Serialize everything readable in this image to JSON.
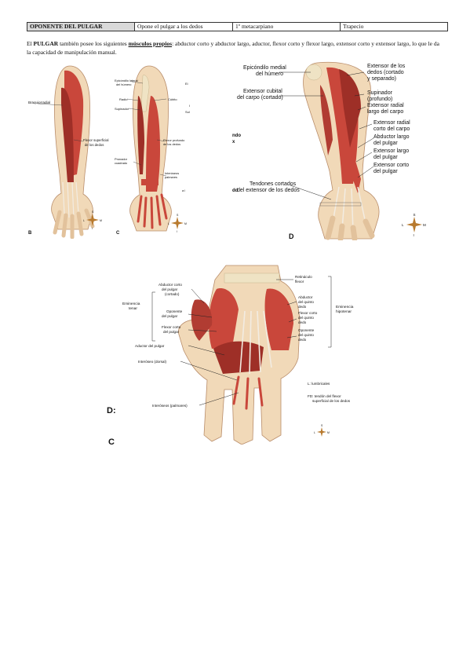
{
  "table": {
    "cells": [
      "OPONENTE DEL PULGAR",
      "Opone el pulgar a los dedos",
      "1º metacarpiano",
      "Trapecio"
    ]
  },
  "intro": {
    "p1": "El ",
    "bold": "PULGAR",
    "p2": " también posee los siguientes ",
    "underline": "músculos propios",
    "p3": ": abductor corto y abductor largo, aductor, flexor corto y flexor largo, extensor corto y extensor largo, lo que le da la capacidad de manipulación manual."
  },
  "figB": {
    "letter": "B",
    "labels": [
      "Braquiorradial",
      "Flexor superficial",
      "de los dedos"
    ],
    "compass": [
      "L",
      "M",
      "S",
      "I"
    ]
  },
  "figC": {
    "letter": "C",
    "labels": [
      "Epicóndilo lateral",
      "del húmero",
      "Radio",
      "Supinador",
      "Cúbito",
      "Flexor profundo",
      "de los dedos",
      "Pronador",
      "cuadrado",
      "Interóseos",
      "palmares"
    ],
    "side_marks": [
      "Ei",
      "I",
      "Sul",
      "ndo",
      "x",
      "dd",
      "a l"
    ],
    "compass": [
      "L",
      "M",
      "S",
      "I"
    ]
  },
  "figD": {
    "letter": "D",
    "labels": [
      "Epicóndilo medial",
      "del húmero",
      "Extensor cubital",
      "del carpo (cortado)",
      "Extensor de los",
      "dedos (cortado",
      "y separado)",
      "Supinador",
      "(profundo)",
      "Extensor radial",
      "largo del carpo",
      "Extensor radial",
      "corto del carpo",
      "Abductor largo",
      "del pulgar",
      "Extensor largo",
      "del pulgar",
      "Extensor corto",
      "del pulgar",
      "Tendones cortados",
      "del extensor de los dedos"
    ],
    "compass": [
      "L",
      "M",
      "S",
      "I"
    ]
  },
  "figE": {
    "labels_left": [
      "Abductor corto",
      "del pulgar",
      "(cortado)",
      "Eminencia",
      "tenar",
      "Oponente",
      "del pulgar",
      "Flexor corto",
      "del pulgar",
      "Aductor del pulgar",
      "Interóseo (dorsal)",
      "Interóseos (palmares)"
    ],
    "labels_right": [
      "Retináculo",
      "flexor",
      "Abductor",
      "del quinto",
      "dedo",
      "Flexor corto",
      "del quinto",
      "dedo",
      "Oponente",
      "del quinto",
      "dedo",
      "Eminencia",
      "hipotenar"
    ],
    "legend": [
      "L: lumbricales",
      "FD: tendón del flexor",
      "superficial de los dedos"
    ],
    "compass": [
      "S",
      "L",
      "M"
    ],
    "marks": [
      "D:",
      "C"
    ]
  },
  "colors": {
    "muscle": "#c9473b",
    "muscle_dark": "#9e2f27",
    "skin": "#f1d9b8",
    "bone": "#efe3c4",
    "tendon": "#f2ece2"
  }
}
